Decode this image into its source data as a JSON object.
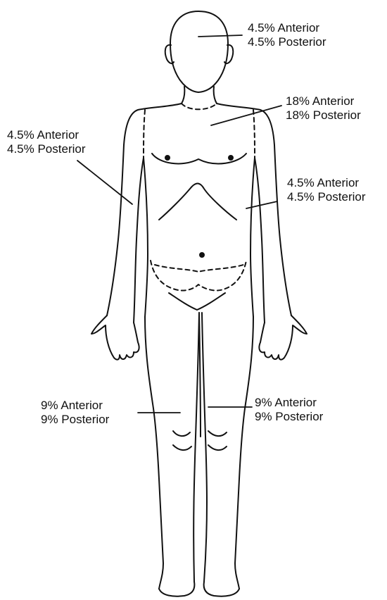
{
  "colors": {
    "background": "#ffffff",
    "ink": "#111111"
  },
  "regions": {
    "head": {
      "anterior": "4.5% Anterior",
      "posterior": "4.5% Posterior"
    },
    "trunk": {
      "anterior": "18% Anterior",
      "posterior": "18% Posterior"
    },
    "right_arm": {
      "anterior": "4.5% Anterior",
      "posterior": "4.5% Posterior"
    },
    "left_arm": {
      "anterior": "4.5% Anterior",
      "posterior": "4.5% Posterior"
    },
    "right_leg": {
      "anterior": "9% Anterior",
      "posterior": "9% Posterior"
    },
    "left_leg": {
      "anterior": "9% Anterior",
      "posterior": "9% Posterior"
    }
  }
}
